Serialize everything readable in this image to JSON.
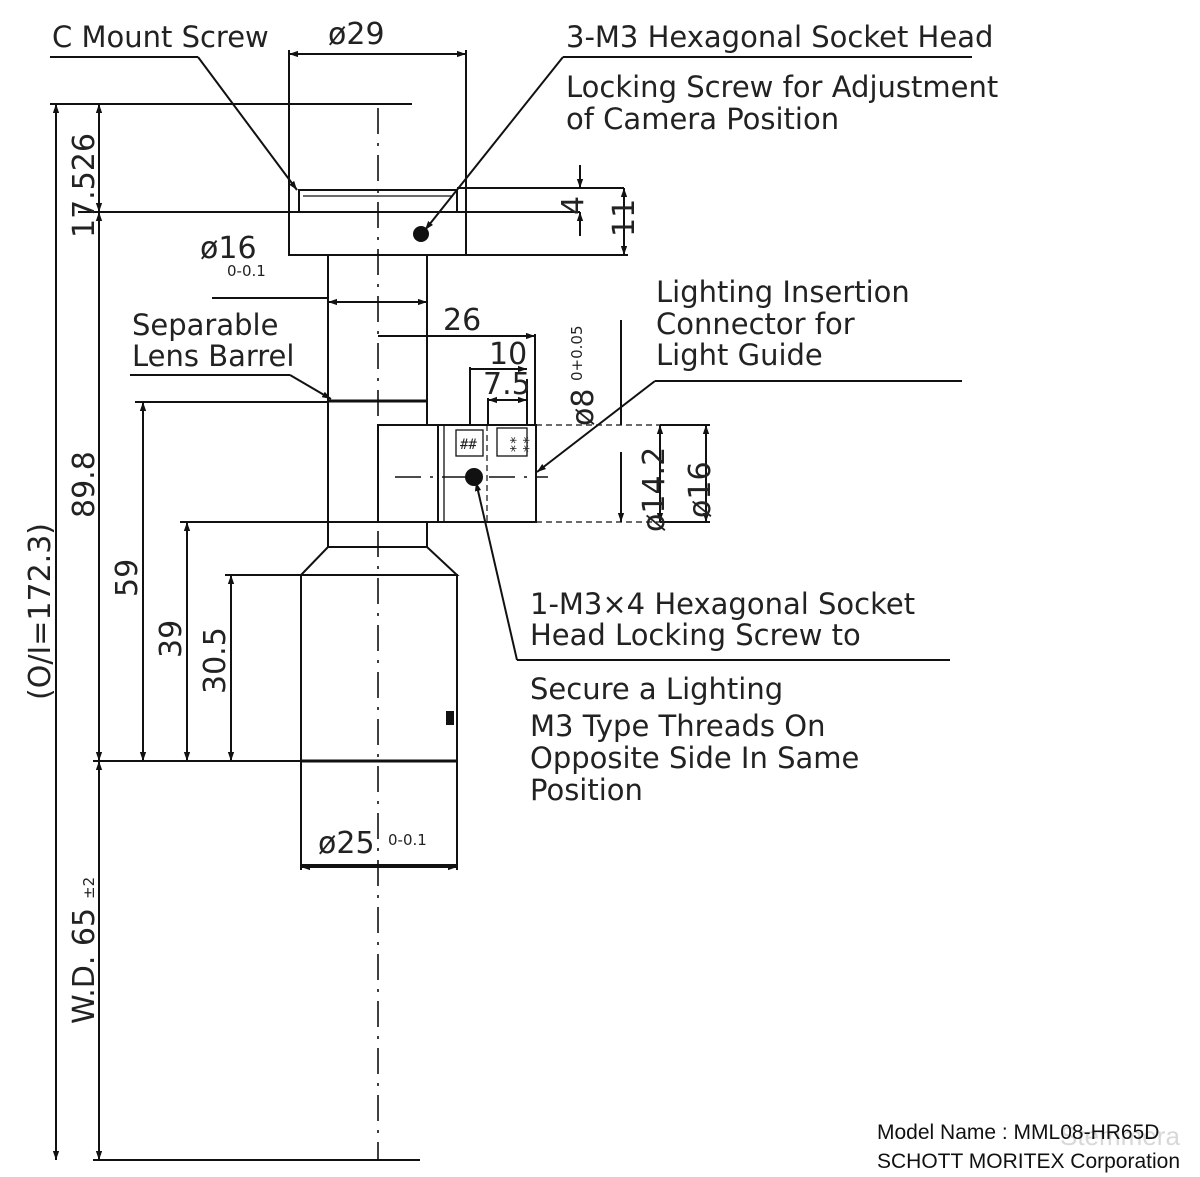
{
  "labels": {
    "c_mount_screw": "C Mount Screw",
    "phi29": "ø29",
    "screw3_line1": "3-M3 Hexagonal Socket Head",
    "screw3_line2": "Locking Screw for Adjustment",
    "screw3_line3": "of Camera Position",
    "dim_4": "4",
    "dim_11": "11",
    "dim_17526": "17.526",
    "phi16_main": "ø16",
    "phi16_tol": "0-0.1",
    "dim_26": "26",
    "dim_10": "10",
    "dim_75": "7.5",
    "phi8": "ø8",
    "phi8_tol": "0+0.05",
    "lighting_line1": "Lighting Insertion",
    "lighting_line2": "Connector for",
    "lighting_line3": "Light Guide",
    "separable_line1": "Separable",
    "separable_line2": "Lens Barrel",
    "hash_mark": "##",
    "star_mark_1": "**",
    "star_mark_2": "**",
    "phi142": "ø14.2",
    "phi16_side": "ø16",
    "dim_898": "89.8",
    "oi": "(O/I=172.3)",
    "dim_59": "59",
    "dim_39": "39",
    "dim_305": "30.5",
    "screw1_line1": "1-M3×4 Hexagonal Socket",
    "screw1_line2": "Head Locking Screw to",
    "screw1_line3": "Secure a Lighting",
    "thread_line1": "M3 Type Threads On",
    "thread_line2": "Opposite Side In Same",
    "thread_line3": "Position",
    "phi25": "ø25",
    "phi25_tol": "0-0.1",
    "wd_main": "W.D. 65",
    "wd_tol": "±2"
  },
  "footer": {
    "model_line": "Model Name : MML08-HR65D",
    "company_line": "SCHOTT MORITEX Corporation"
  },
  "watermark": {
    "text": "Stemmera"
  }
}
